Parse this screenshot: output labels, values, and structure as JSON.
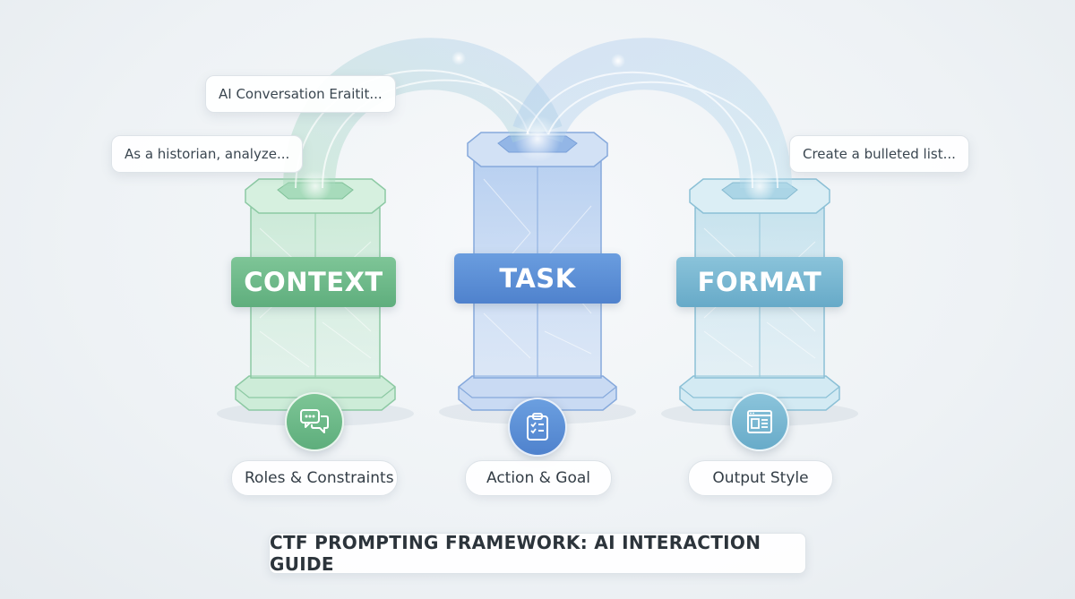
{
  "bubbles": {
    "top": "AI Conversation Eraitit...",
    "context": "As a historian, analyze...",
    "format": "Create a bulleted list..."
  },
  "pillars": [
    {
      "label": "CONTEXT",
      "caption": "Roles & Constraints",
      "icon": "chat-bubbles-icon",
      "color": "#6dbb88"
    },
    {
      "label": "TASK",
      "caption": "Action & Goal",
      "icon": "clipboard-checklist-icon",
      "color": "#5b8fd6"
    },
    {
      "label": "FORMAT",
      "caption": "Output Style",
      "icon": "layout-document-icon",
      "color": "#77b6d2"
    }
  ],
  "title": "CTF PROMPTING FRAMEWORK: AI INTERACTION GUIDE"
}
